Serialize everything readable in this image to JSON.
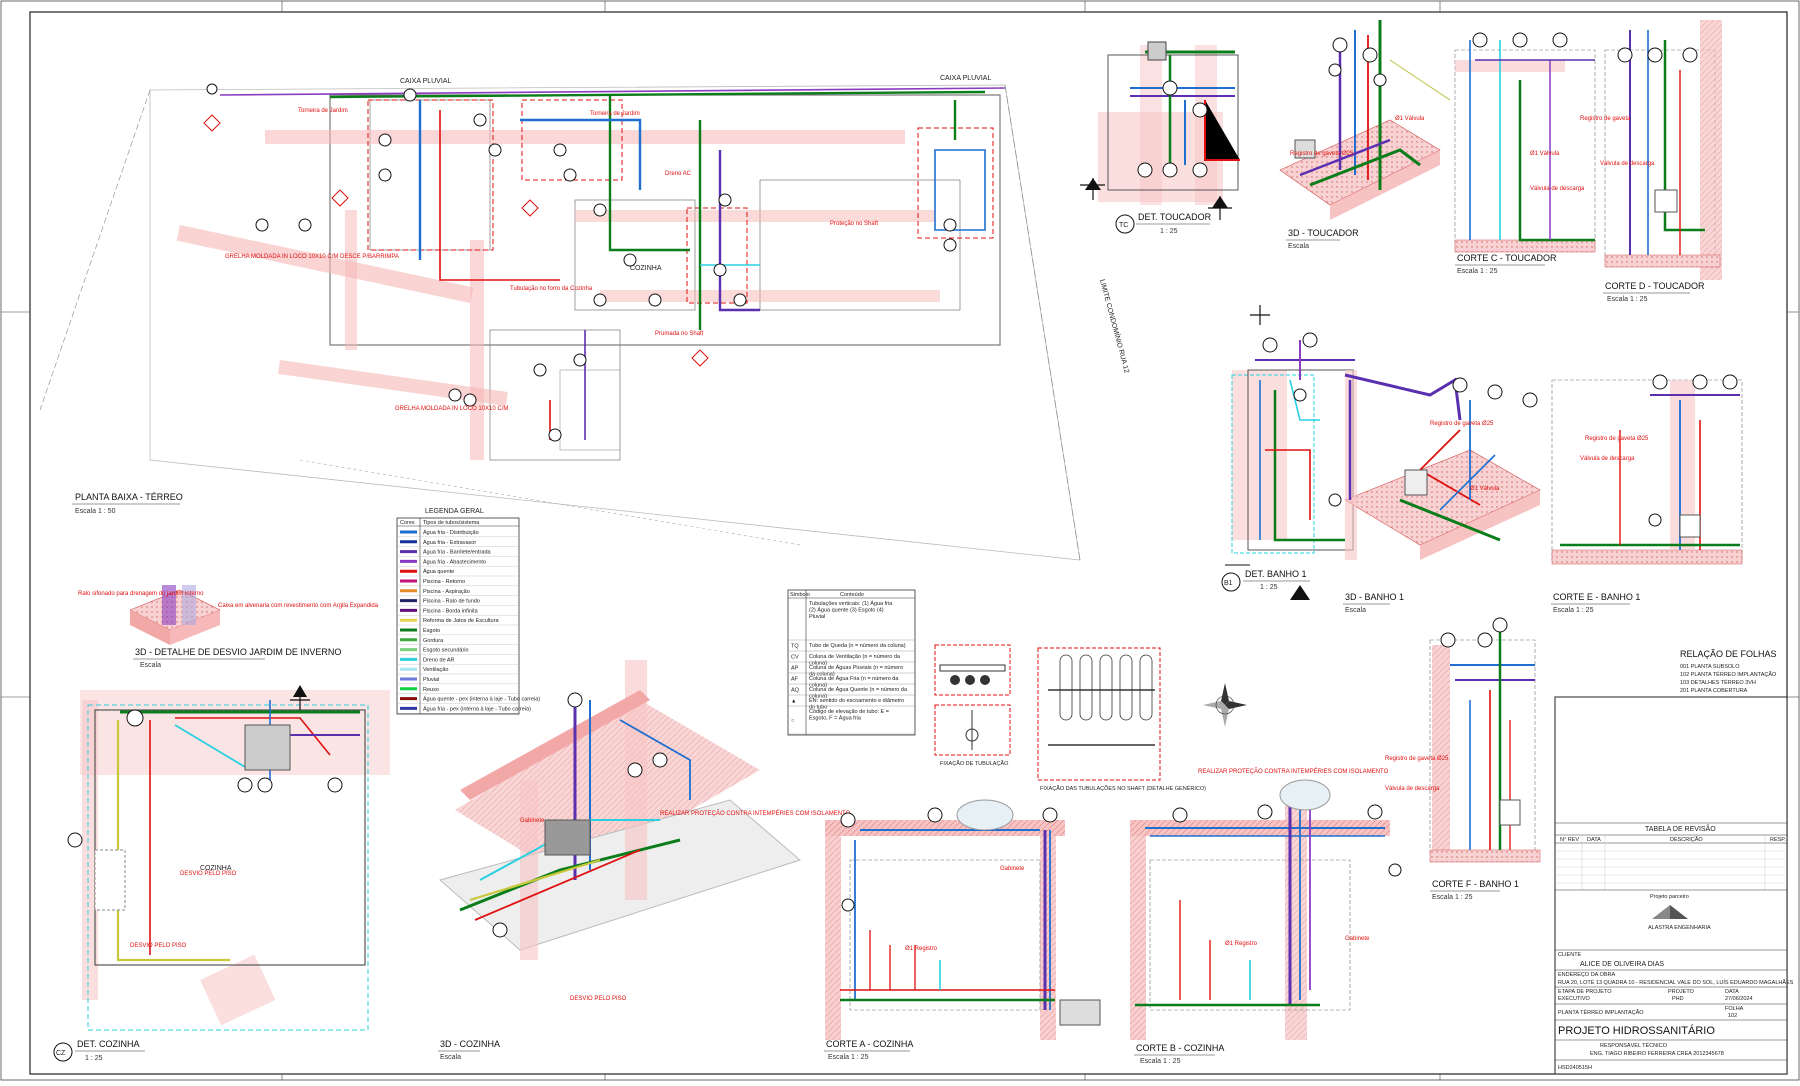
{
  "views": {
    "planta_baixa": {
      "title": "PLANTA BAIXA - TÉRREO",
      "scale": "Escala  1 : 50"
    },
    "det_toucador": {
      "tag": "TC",
      "title": "DET. TOUCADOR",
      "scale": "1 : 25"
    },
    "iso_toucador": {
      "title": "3D - TOUCADOR",
      "scale": "Escala"
    },
    "corte_c": {
      "title": "CORTE C - TOUCADOR",
      "scale": "Escala  1 : 25"
    },
    "corte_d": {
      "title": "CORTE D - TOUCADOR",
      "scale": "Escala  1 : 25"
    },
    "det_banho1": {
      "tag": "B1",
      "title": "DET. BANHO 1",
      "scale": "1 : 25"
    },
    "iso_banho1": {
      "title": "3D - BANHO 1",
      "scale": "Escala"
    },
    "corte_e": {
      "title": "CORTE E - BANHO 1",
      "scale": "Escala  1 : 25"
    },
    "corte_f": {
      "title": "CORTE F - BANHO 1",
      "scale": "Escala  1 : 25"
    },
    "iso_jardim": {
      "title": "3D - DETALHE DE DESVIO JARDIM DE INVERNO",
      "scale": "Escala"
    },
    "det_cozinha": {
      "tag": "CZ",
      "title": "DET. COZINHA",
      "scale": "1 : 25"
    },
    "iso_cozinha": {
      "title": "3D - COZINHA",
      "scale": "Escala"
    },
    "corte_a": {
      "title": "CORTE A - COZINHA",
      "scale": "Escala  1 : 25"
    },
    "corte_b": {
      "title": "CORTE B - COZINHA",
      "scale": "Escala  1 : 25"
    }
  },
  "plan_labels": {
    "limite": "LIMITE CONDOMÍNIO RUA 12",
    "caixa1": "CAIXA PLUVIAL",
    "caixa2": "CAIXA PLUVIAL",
    "grelha1": "GRELHA MOLDADA IN LOCO 10X10 C/M DESCE P/BARRIMPA",
    "grelha2": "GRELHA MOLDADA IN LOCO 10X10 C/M",
    "tubulacao": "Tubulação no forro da Cozinha",
    "prumada": "Prumada no Shaft",
    "cozinha": "COZINHA"
  },
  "legend": {
    "title": "LEGENDA GERAL",
    "header_color": "Cores",
    "header_type": "Tipos de tubos/sistema",
    "rows": [
      {
        "color": "#1f6fd1",
        "label": "Água fria - Distribuição"
      },
      {
        "color": "#16309a",
        "label": "Água fria - Extravasor"
      },
      {
        "color": "#5a2fb0",
        "label": "Água fria - Barrilete/entrada"
      },
      {
        "color": "#8a3cc0",
        "label": "Água fria - Abastecimento"
      },
      {
        "color": "#e01010",
        "label": "Água quente"
      },
      {
        "color": "#c1137a",
        "label": "Piscina - Retorno"
      },
      {
        "color": "#e58b2a",
        "label": "Piscina - Aspiração"
      },
      {
        "color": "#222266",
        "label": "Piscina - Ralo de fundo"
      },
      {
        "color": "#5e0e7a",
        "label": "Piscina - Borda infinita"
      },
      {
        "color": "#e7d24a",
        "label": "Reforma de Jatos de Escultura"
      },
      {
        "color": "#0b7d1a",
        "label": "Esgoto"
      },
      {
        "color": "#3aa83a",
        "label": "Gordura"
      },
      {
        "color": "#7bd17b",
        "label": "Esgoto secundário"
      },
      {
        "color": "#2ad0e0",
        "label": "Dreno de AR"
      },
      {
        "color": "#a7e3f0",
        "label": "Ventilação"
      },
      {
        "color": "#6a7bd9",
        "label": "Pluvial"
      },
      {
        "color": "#10d040",
        "label": "Reuso"
      },
      {
        "color": "#8a0e0e",
        "label": "Água quente - pex (interna à laje - Tubo carreia)"
      },
      {
        "color": "#2b3aa0",
        "label": "Água fria - pex (interna à laje - Tubo carreia)"
      }
    ]
  },
  "symbols": {
    "header_sym": "Simbolo",
    "header_text": "Conteúdo",
    "rows": [
      {
        "sym": "",
        "text": "Tubulações verticais: (1) Água fria (2) Água quente (3) Esgoto (4) Pluvial"
      },
      {
        "sym": "TQ",
        "text": "Tubo de Queda (n = número da coluna)"
      },
      {
        "sym": "CV",
        "text": "Coluna de Ventilação (n = número da coluna)"
      },
      {
        "sym": "AP",
        "text": "Coluna de Águas Pluviais (n = número da coluna)"
      },
      {
        "sym": "AF",
        "text": "Coluna de Água Fria (n = número da coluna)"
      },
      {
        "sym": "AQ",
        "text": "Coluna de Água Quente (n = número da coluna)"
      },
      {
        "sym": "▲",
        "text": "EN: sentido do escoamento e diâmetro do tubo"
      },
      {
        "sym": "○",
        "text": "Código de elevação de tubo: E = Esgoto, F = Água fria"
      }
    ]
  },
  "detail_notes": {
    "shaft": "FIXAÇÃO DAS TUBULAÇÕES NO SHAFT (DETALHE GENÉRICO)",
    "fixacao": "FIXAÇÃO DE TUBULAÇÃO",
    "protecao": "REALIZAR PROTEÇÃO CONTRA INTEMPÉRIES COM ISOLAMENTO",
    "desvio1": "DESVIO PELO PISO",
    "desvio2": "DESVIO PELO PISO",
    "jardim_note": "Ralo sifonado para drenagem do jardim interno",
    "jardim_note2": "Caixa em alvenaria com revestimento com Argila Expandida"
  },
  "sheets": {
    "title": "RELAÇÃO DE FOLHAS",
    "items": [
      "001 PLANTA SUBSOLO",
      "102 PLANTA TÉRREO IMPLANTAÇÃO",
      "103 DETALHES TÉRREO 3VH",
      "201 PLANTA COBERTURA"
    ]
  },
  "titleblock": {
    "revision_title": "TABELA DE REVISÃO",
    "rev_headers": [
      "N° REV",
      "DATA",
      "DESCRIÇÃO",
      "RESP."
    ],
    "company_label": "Projeto parceiro",
    "company": "ALASTRA ENGENHARIA",
    "client_label": "CLIENTE",
    "client": "ALICE DE OLIVEIRA DIAS",
    "address_label": "ENDEREÇO DA OBRA",
    "address": "RUA 20, LOTE 13 QUADRA 10 - RESIDENCIAL VALE DO SOL, LUÍS EDUARDO MAGALHÃES",
    "phase_label": "ETAPA DE PROJETO",
    "phase": "EXECUTIVO",
    "project_label": "PROJETO",
    "project_code": "PHD",
    "date_label": "DATA",
    "date": "27/06/2024",
    "sheet_label": "FOLHA",
    "sheet_name": "PLANTA TÉRREO IMPLANTAÇÃO",
    "sheet_no": "102",
    "subject": "PROJETO HIDROSSANITÁRIO",
    "author_label": "RESPONSÁVEL TÉCNICO",
    "author": "ENG. TIAGO RIBEIRO FERREIRA CREA 2012345678",
    "file": "HSD240515H"
  }
}
